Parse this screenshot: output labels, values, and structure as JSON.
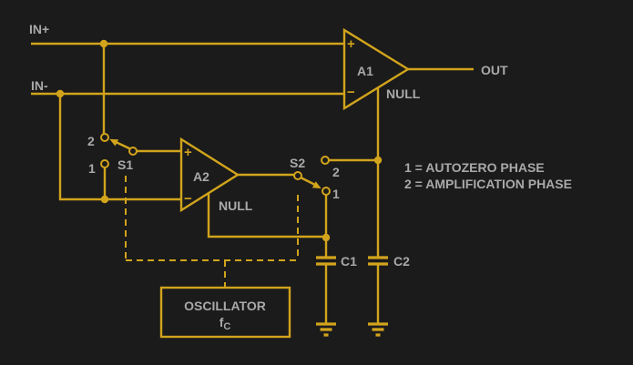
{
  "colors": {
    "background": "#1B1B1B",
    "wire": "#D2A41C",
    "label": "#A9A9A9"
  },
  "inputs": {
    "in_plus": "IN+",
    "in_minus": "IN-"
  },
  "output_label": "OUT",
  "amplifiers": {
    "a1": {
      "name": "A1",
      "plus": "+",
      "minus": "−",
      "null_pin": "NULL"
    },
    "a2": {
      "name": "A2",
      "plus": "+",
      "minus": "−",
      "null_pin": "NULL"
    }
  },
  "switches": {
    "s1": {
      "name": "S1",
      "pos1": "1",
      "pos2": "2"
    },
    "s2": {
      "name": "S2",
      "pos1": "1",
      "pos2": "2"
    }
  },
  "capacitors": {
    "c1": "C1",
    "c2": "C2"
  },
  "oscillator": {
    "label": "OSCILLATOR",
    "freq": "f",
    "freq_sub": "C"
  },
  "legend": {
    "line1": "1 = AUTOZERO PHASE",
    "line2": "2 = AMPLIFICATION PHASE"
  }
}
